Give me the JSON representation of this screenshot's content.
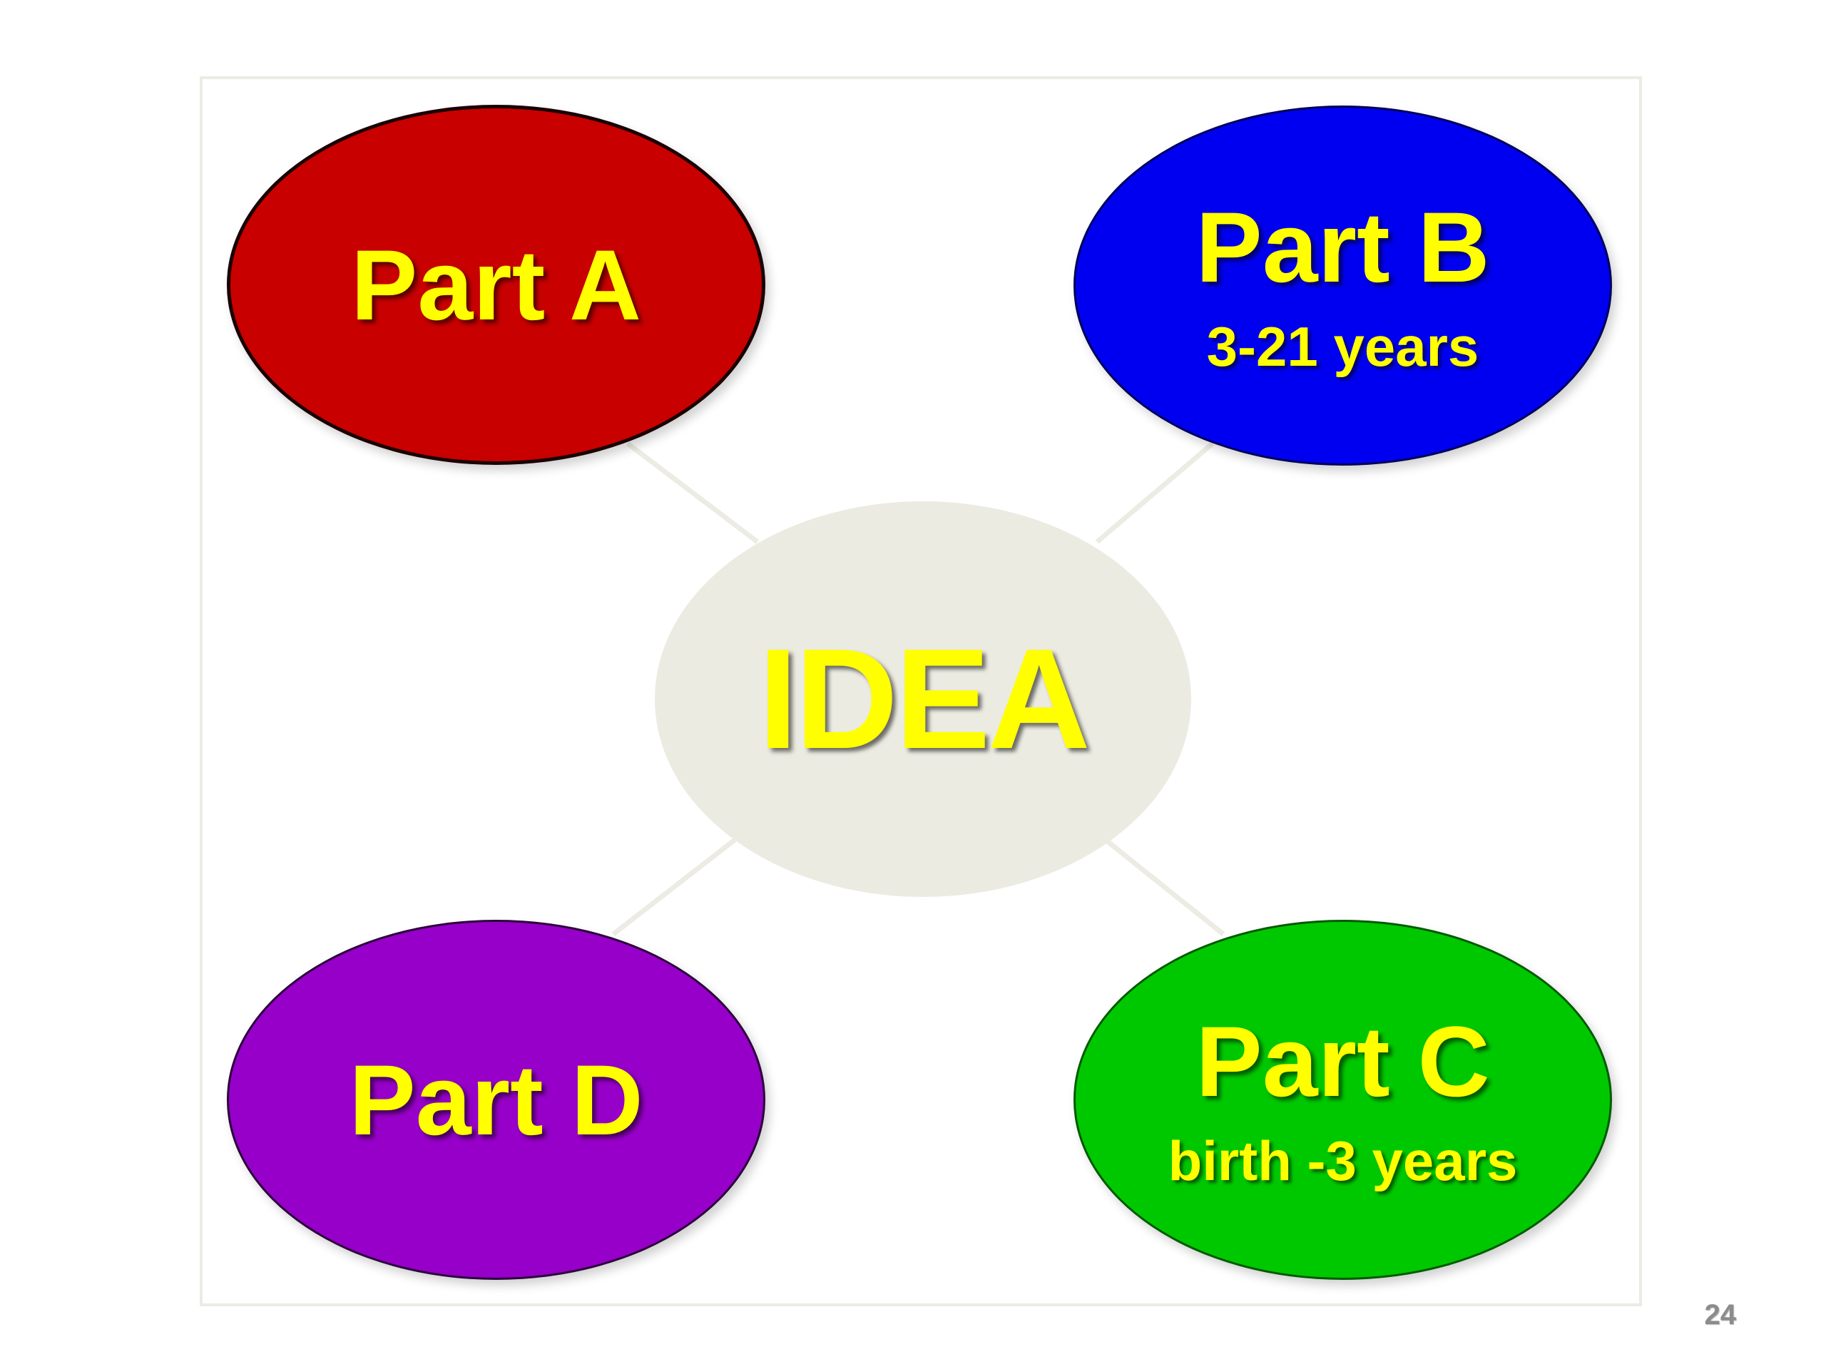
{
  "diagram": {
    "center": {
      "label": "IDEA",
      "color": "#ecebe2"
    },
    "parts": [
      {
        "id": "a",
        "label": "Part A",
        "sublabel": "",
        "color": "#c80000"
      },
      {
        "id": "b",
        "label": "Part B",
        "sublabel": "3-21 years",
        "color": "#0000f0"
      },
      {
        "id": "c",
        "label": "Part C",
        "sublabel": "birth -3 years",
        "color": "#00c800"
      },
      {
        "id": "d",
        "label": "Part D",
        "sublabel": "",
        "color": "#9600c8"
      }
    ],
    "text_color": "#ffff00",
    "connector_color": "#ecebe4"
  },
  "slide": {
    "page_number": "24"
  }
}
